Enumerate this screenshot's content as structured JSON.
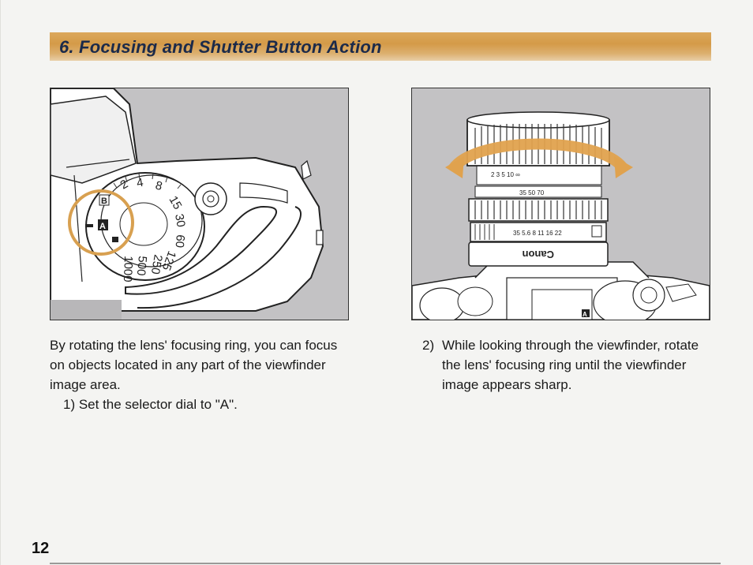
{
  "section": {
    "title": "6. Focusing and Shutter Button Action"
  },
  "colors": {
    "title_bar": "#d49a48",
    "title_text": "#1b2a4a",
    "highlight_ring": "#d8a050",
    "arrow": "#e0a24e",
    "figure_background": "#c3c2c4"
  },
  "figures": {
    "left": {
      "dial_numbers": [
        "2",
        "4",
        "8",
        "15",
        "30",
        "60",
        "125",
        "250",
        "500",
        "1000"
      ],
      "mode_markers": [
        "B",
        "A"
      ]
    },
    "right": {
      "brand": "Canon",
      "scale_row_1": "2  3  5  10  ∞",
      "scale_row_2": "35  50  70",
      "scale_row_3": "35 5.6 8 11 16 22",
      "mode_marker": "A"
    }
  },
  "text": {
    "intro_paragraph": "By rotating the lens' focusing ring, you can focus on objects located in any part of the viewfinder image area.",
    "step_1": "1) Set the selector dial to \"A\".",
    "step_2_number": "2)",
    "step_2": "While looking through the viewfinder, rotate the lens' focusing ring until the viewfinder image appears sharp."
  },
  "page_number": "12"
}
